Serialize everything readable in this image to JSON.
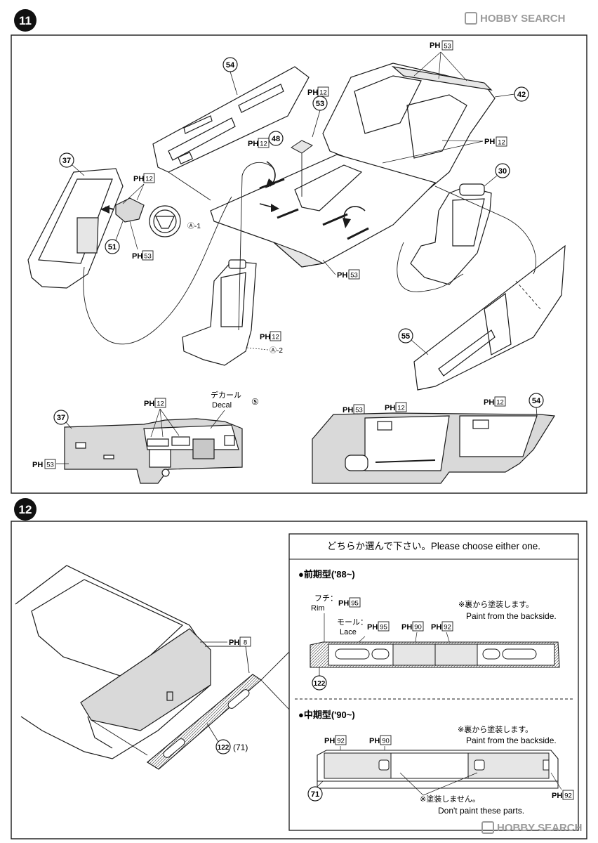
{
  "steps": {
    "step11": {
      "number": "11"
    },
    "step12": {
      "number": "12"
    }
  },
  "paint": {
    "ph": "PH",
    "c12": "12",
    "c53": "53",
    "c8": "8",
    "c95": "95",
    "c90": "90",
    "c92": "92"
  },
  "parts": {
    "p54": "54",
    "p53": "53",
    "p48": "48",
    "p42": "42",
    "p37": "37",
    "p30": "30",
    "p51": "51",
    "p55": "55",
    "p122": "122",
    "p71": "71",
    "p122_71": "(71)"
  },
  "refs": {
    "a1": "Ⓐ-1",
    "a2": "Ⓐ-2"
  },
  "decal": {
    "jp": "デカール",
    "en": "Decal",
    "num": "⑤"
  },
  "choice": {
    "header": "どちらか選んで下さい。Please choose either one.",
    "early": {
      "title": "●前期型('88~)",
      "rim_jp": "フチ：",
      "rim_en": "Rim",
      "lace_jp": "モール：",
      "lace_en": "Lace",
      "note_jp": "※裏から塗装します。",
      "note_en": "Paint from the backside."
    },
    "mid": {
      "title": "●中期型('90~)",
      "note_jp": "※裏から塗装します。",
      "note_en": "Paint from the backside.",
      "no_paint_jp": "※塗装しません。",
      "no_paint_en": "Don't paint these parts."
    }
  },
  "watermark": {
    "text": "HOBBY SEARCH"
  },
  "colors": {
    "line": "#1a1a1a",
    "shade": "#d9d9d9",
    "badge": "#111111",
    "watermark": "#9b9b9b"
  }
}
